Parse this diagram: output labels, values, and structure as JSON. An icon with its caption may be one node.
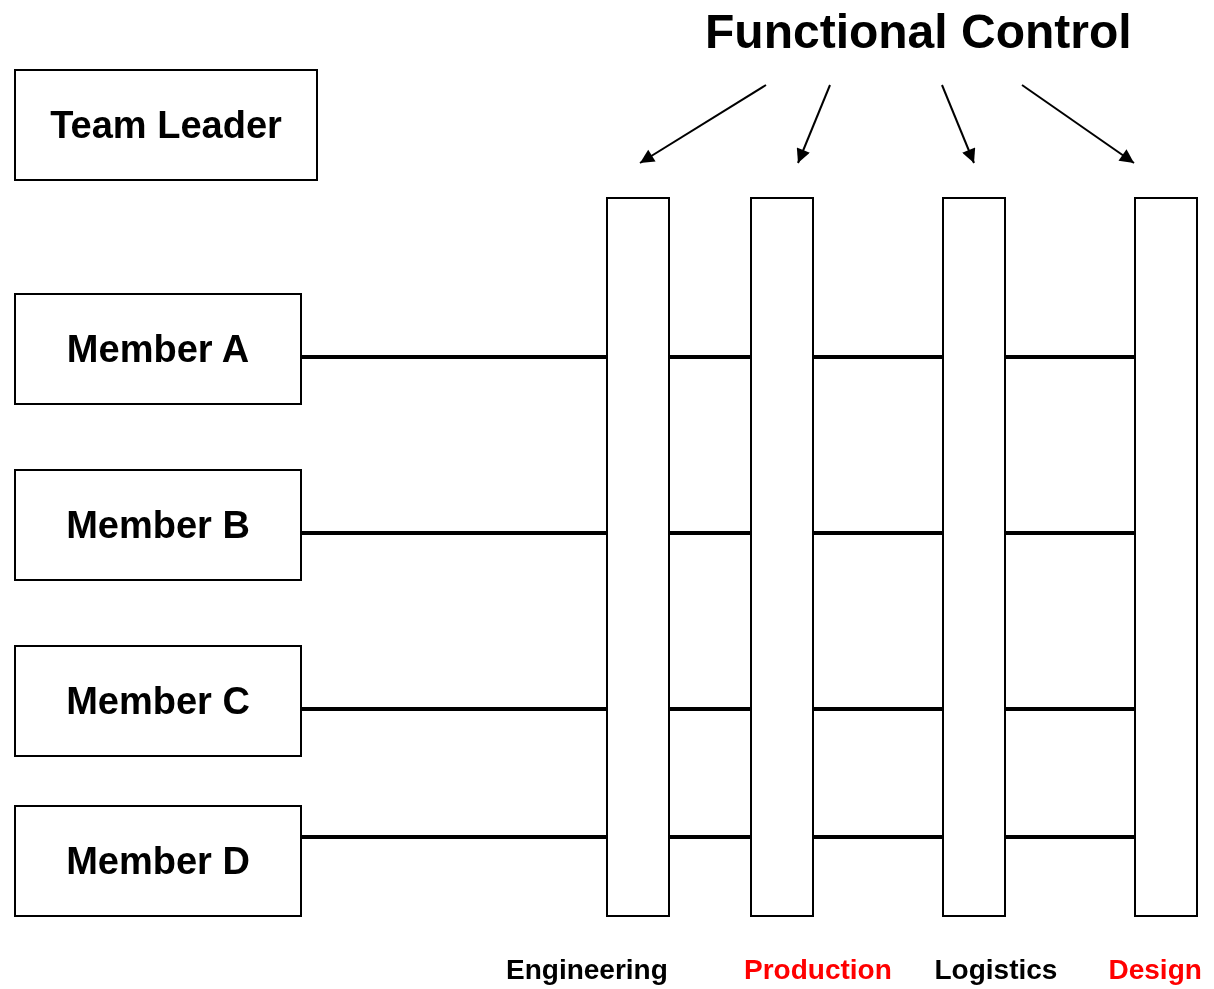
{
  "diagram": {
    "nodes": [
      {
        "text": [
          "Functional Control"
        ]
      },
      {
        "text": [
          "Team Leader"
        ]
      },
      {
        "text": [
          "Member A"
        ]
      },
      {
        "text": [
          "Member B"
        ]
      },
      {
        "text": [
          "Member C"
        ]
      },
      {
        "text": [
          "Member D"
        ]
      },
      {
        "text": [],
        "shape": "bar",
        "beside": [
          "Engineering"
        ]
      },
      {
        "text": [],
        "shape": "bar",
        "beside": [
          "Production"
        ]
      },
      {
        "text": [],
        "shape": "bar",
        "beside": [
          "Logistics"
        ]
      },
      {
        "text": [],
        "shape": "bar",
        "beside": [
          "Design"
        ]
      }
    ],
    "edges": [
      {
        "from": 0,
        "to": 6,
        "arrow": "to"
      },
      {
        "from": 0,
        "to": 7,
        "arrow": "to"
      },
      {
        "from": 0,
        "to": 8,
        "arrow": "to"
      },
      {
        "from": 0,
        "to": 9,
        "arrow": "to"
      },
      {
        "from": 2,
        "to": 6,
        "arrow": "none"
      },
      {
        "from": 6,
        "to": 7,
        "arrow": "none"
      },
      {
        "from": 7,
        "to": 8,
        "arrow": "none"
      },
      {
        "from": 8,
        "to": 9,
        "arrow": "none"
      },
      {
        "from": 3,
        "to": 6,
        "arrow": "none"
      },
      {
        "from": 6,
        "to": 7,
        "arrow": "none"
      },
      {
        "from": 7,
        "to": 8,
        "arrow": "none"
      },
      {
        "from": 8,
        "to": 9,
        "arrow": "none"
      },
      {
        "from": 4,
        "to": 6,
        "arrow": "none"
      },
      {
        "from": 6,
        "to": 7,
        "arrow": "none"
      },
      {
        "from": 7,
        "to": 8,
        "arrow": "none"
      },
      {
        "from": 8,
        "to": 9,
        "arrow": "none"
      },
      {
        "from": 5,
        "to": 6,
        "arrow": "none"
      },
      {
        "from": 6,
        "to": 7,
        "arrow": "none"
      },
      {
        "from": 7,
        "to": 8,
        "arrow": "none"
      },
      {
        "from": 8,
        "to": 9,
        "arrow": "none"
      }
    ]
  }
}
